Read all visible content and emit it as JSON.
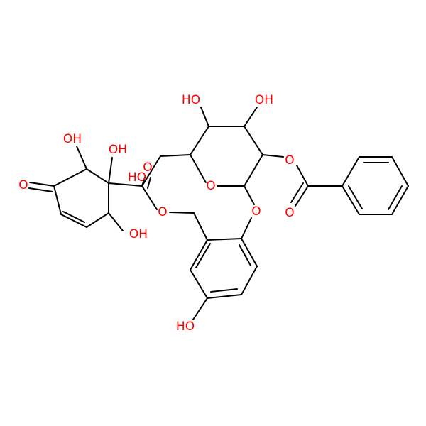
{
  "colors": {
    "bond": "#000000",
    "oxygen": "#ff0000",
    "background": "#ffffff"
  },
  "molecule": {
    "atom_labels": {
      "oh_top_left": "OH",
      "oh_top_mid": "OH",
      "oh_overlap": "HO",
      "o_ketone": "O",
      "oh_ring_lower": "OH",
      "o_ester_carbonyl": "O",
      "o_ester_link": "O",
      "oh_sugar_left": "HO",
      "oh_sugar_right": "OH",
      "o_ring": "O",
      "o_benzoyl_ester": "O",
      "o_benzoyl_carbonyl": "O",
      "o_glycoside": "O",
      "oh_phenol": "HO"
    }
  }
}
